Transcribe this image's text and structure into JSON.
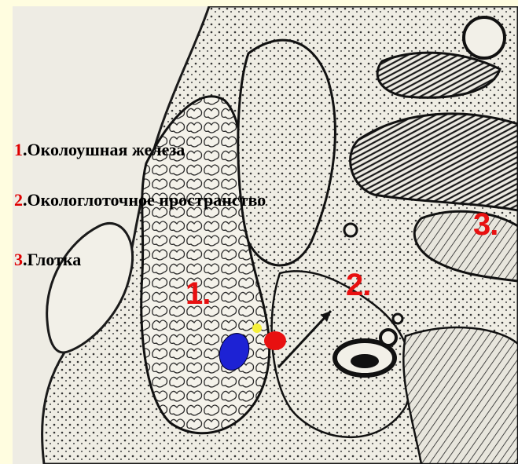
{
  "colors": {
    "background": "#fffde0",
    "accent_red": "#e00000",
    "vein_blue": "#1d22d4",
    "artery_red": "#e81010",
    "nerve_yellow": "#f5ef3a",
    "ink": "#1a1a1a"
  },
  "legend": [
    {
      "num": "1",
      "text": ".Околоушная железа"
    },
    {
      "num": "2",
      "text": ".Окологлоточное пространство"
    },
    {
      "num": "3",
      "text": ".Глотка"
    }
  ],
  "labels": {
    "one": "1.",
    "two": "2.",
    "three": "3."
  }
}
